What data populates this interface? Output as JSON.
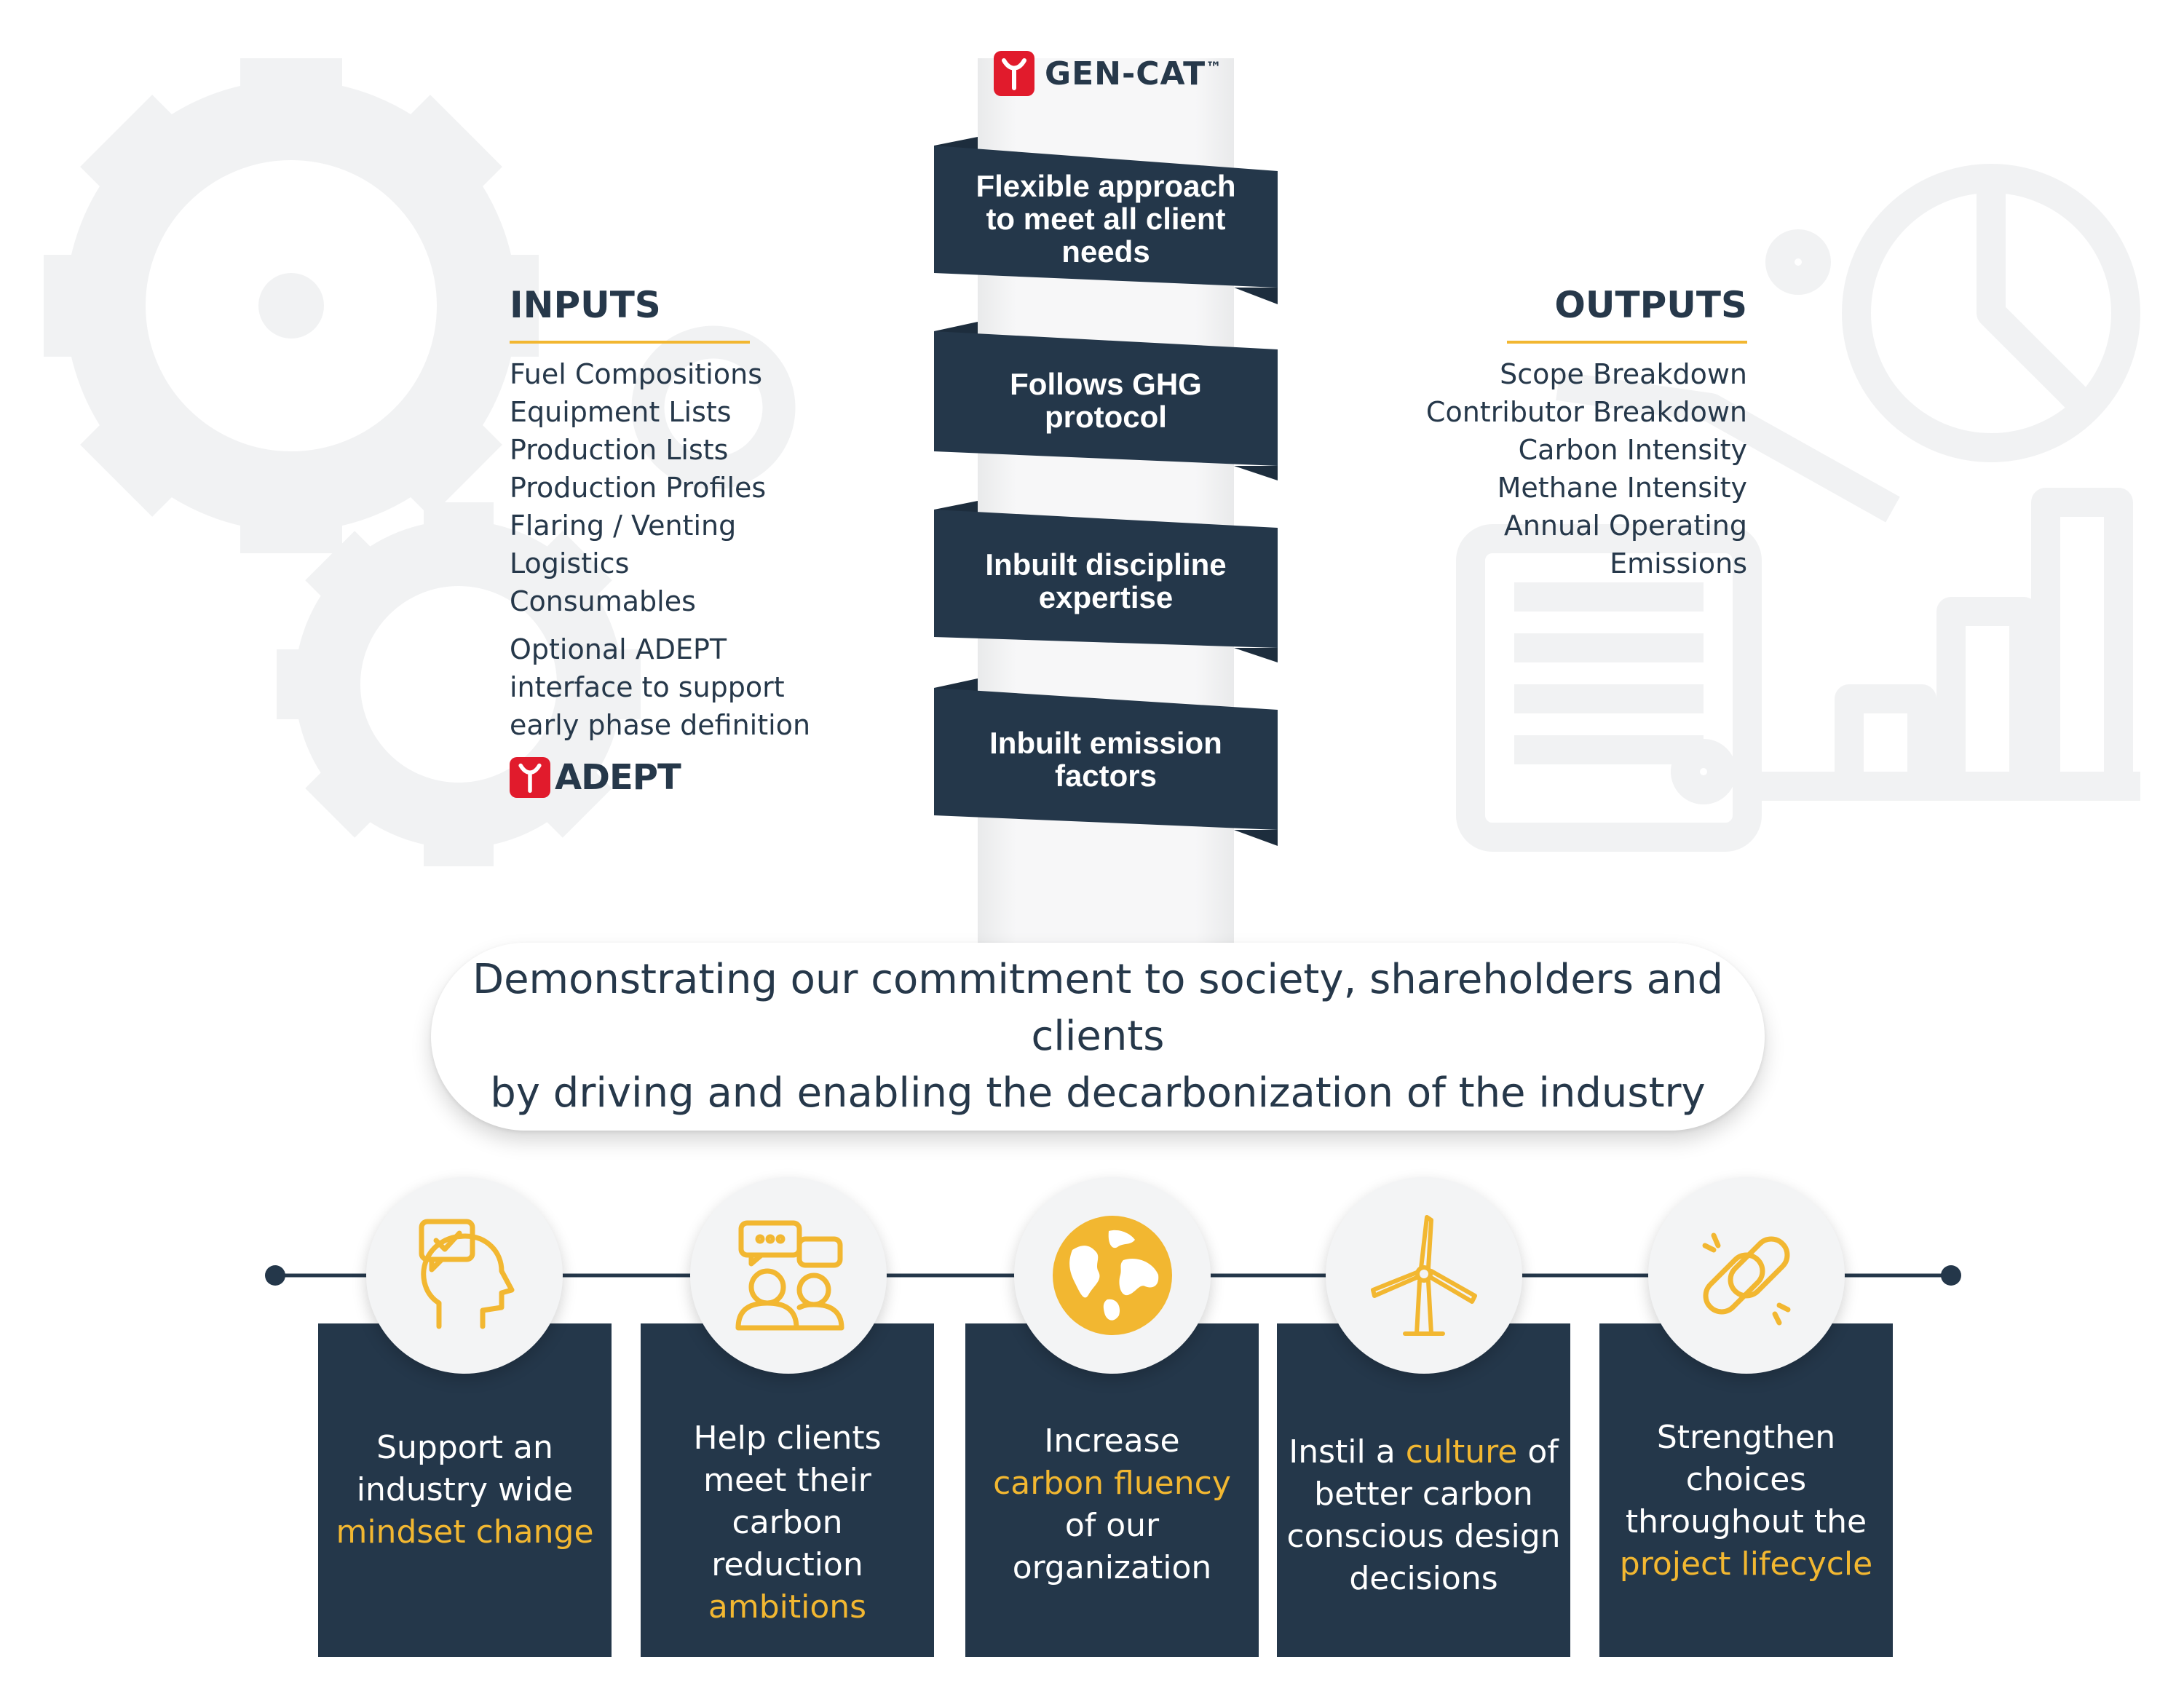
{
  "brand": {
    "gencat": "GEN-CAT",
    "tm": "™",
    "adept": "ADEPT"
  },
  "inputs": {
    "title": "INPUTS",
    "items": [
      "Fuel Compositions",
      "Equipment Lists",
      "Production Lists",
      "Production Profiles",
      "Flaring / Venting",
      "Logistics",
      "Consumables"
    ],
    "adept_note": [
      "Optional ADEPT",
      "interface to support",
      "early phase definition"
    ]
  },
  "outputs": {
    "title": "OUTPUTS",
    "items": [
      "Scope Breakdown",
      "Contributor Breakdown",
      "Carbon Intensity",
      "Methane Intensity",
      "Annual Operating",
      "Emissions"
    ]
  },
  "features": [
    {
      "lines": [
        "Flexible approach",
        "to meet all client",
        "needs"
      ]
    },
    {
      "lines": [
        "Follows GHG",
        "protocol"
      ]
    },
    {
      "lines": [
        "Inbuilt discipline",
        "expertise"
      ]
    },
    {
      "lines": [
        "Inbuilt emission",
        "factors"
      ]
    }
  ],
  "commitment": {
    "line1": "Demonstrating our commitment to society, shareholders and clients",
    "line2": "by driving and enabling the decarbonization of the industry"
  },
  "pillars": [
    {
      "icon": "mind-check-icon",
      "pre": [
        "Support an",
        "industry wide"
      ],
      "accent": [
        "mindset change"
      ],
      "post": []
    },
    {
      "icon": "people-chat-icon",
      "pre": [
        "Help clients",
        "meet their",
        "carbon",
        "reduction"
      ],
      "accent": [
        "ambitions"
      ],
      "post": []
    },
    {
      "icon": "globe-icon",
      "pre": [
        "Increase"
      ],
      "accent": [
        "carbon fluency"
      ],
      "post": [
        "of our",
        "organization"
      ]
    },
    {
      "icon": "wind-turbine-icon",
      "line1_pre": "Instil a ",
      "line1_accent": "culture",
      "line1_post": " of",
      "post": [
        "better carbon",
        "conscious design",
        "decisions"
      ]
    },
    {
      "icon": "chain-link-icon",
      "pre": [
        "Strengthen",
        "choices",
        "throughout the"
      ],
      "accent": [
        "project lifecycle"
      ],
      "post": []
    }
  ],
  "colors": {
    "navy": "#24374a",
    "text": "#26384a",
    "accent": "#f2b731",
    "brand_red": "#e11b2c",
    "watermark": "#f1f2f3"
  }
}
